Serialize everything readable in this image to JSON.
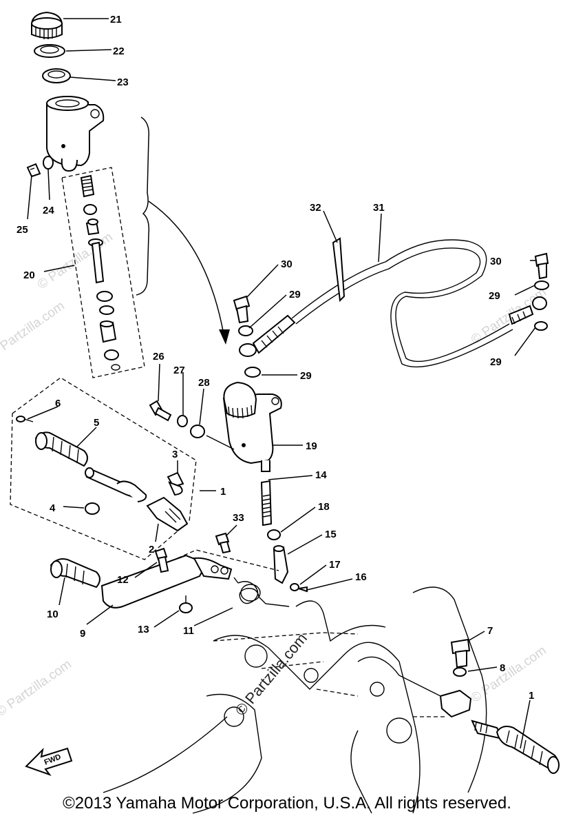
{
  "diagram": {
    "callouts": [
      "21",
      "22",
      "23",
      "24",
      "25",
      "20",
      "32",
      "31",
      "30",
      "29",
      "29",
      "30",
      "29",
      "29",
      "26",
      "27",
      "28",
      "19",
      "6",
      "5",
      "3",
      "1",
      "4",
      "2",
      "14",
      "18",
      "15",
      "17",
      "16",
      "33",
      "12",
      "10",
      "9",
      "13",
      "11",
      "7",
      "8",
      "1"
    ],
    "watermarks": [
      "© Partzilla.com",
      "© Partzilla.com",
      "© Partzilla.com",
      "© Partzilla.com",
      "© Partzilla.com"
    ],
    "center_watermark": "© Partzilla.com",
    "fwd_label": "FWD"
  },
  "footer": {
    "copyright": "©2013  Yamaha Motor Corporation, U.S.A. All rights reserved."
  }
}
